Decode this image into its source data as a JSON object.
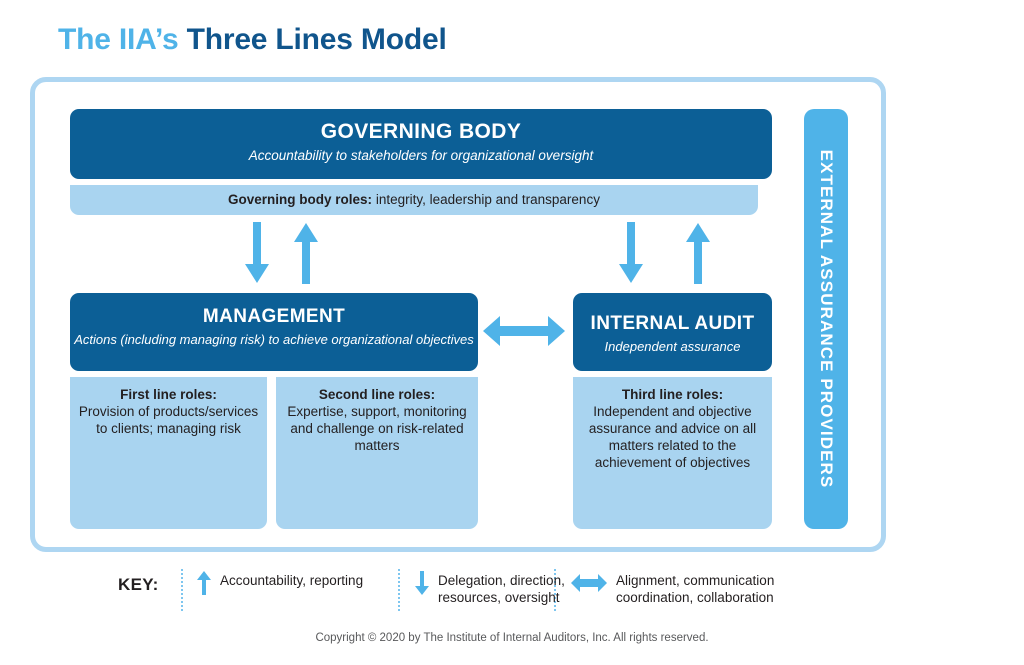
{
  "title": {
    "light_part": "The IIA’s ",
    "dark_part": "Three Lines Model"
  },
  "colors": {
    "dark_blue": "#0C5F96",
    "title_dark_blue": "#10558C",
    "medium_blue": "#4FB3E8",
    "light_blue": "#A9D4F0",
    "frame_border": "#AED6F2",
    "text_black": "#231F20"
  },
  "governing_body": {
    "title": "GOVERNING BODY",
    "subtitle": "Accountability to stakeholders for organizational oversight",
    "roles_label": "Governing body roles:",
    "roles_text": " integrity, leadership and transparency"
  },
  "management": {
    "title": "MANAGEMENT",
    "subtitle": "Actions (including managing risk) to achieve organizational objectives"
  },
  "internal_audit": {
    "title": "INTERNAL AUDIT",
    "subtitle": "Independent assurance"
  },
  "roles": {
    "first_line": {
      "label": "First line roles:",
      "text": "Provision of products/services to clients; managing risk"
    },
    "second_line": {
      "label": "Second line roles:",
      "text": "Expertise, support, monitoring and challenge on risk-related matters"
    },
    "third_line": {
      "label": "Third line roles:",
      "text": "Independent and objective assurance and advice on all matters related to the achievement of objectives"
    }
  },
  "external_assurance": {
    "label": "EXTERNAL ASSURANCE PROVIDERS"
  },
  "arrows": [
    {
      "name": "arrow-governing-body-to-management",
      "direction": "down",
      "meaning": "Delegation, direction, resources, oversight"
    },
    {
      "name": "arrow-management-to-governing-body",
      "direction": "up",
      "meaning": "Accountability, reporting"
    },
    {
      "name": "arrow-governing-body-to-internal-audit",
      "direction": "down",
      "meaning": "Delegation, direction, resources, oversight"
    },
    {
      "name": "arrow-internal-audit-to-governing-body",
      "direction": "up",
      "meaning": "Accountability, reporting"
    },
    {
      "name": "arrow-management-internal-audit",
      "direction": "double-horizontal",
      "meaning": "Alignment, communication, coordination, collaboration"
    }
  ],
  "key": {
    "label": "KEY:",
    "items": [
      {
        "icon": "arrow-up-icon",
        "line1": "Accountability, reporting",
        "line2": ""
      },
      {
        "icon": "arrow-down-icon",
        "line1": "Delegation, direction,",
        "line2": "resources, oversight"
      },
      {
        "icon": "arrow-left-right-icon",
        "line1": "Alignment, communication",
        "line2": "coordination, collaboration"
      }
    ]
  },
  "copyright": "Copyright © 2020 by The Institute of Internal Auditors, Inc. All rights reserved."
}
